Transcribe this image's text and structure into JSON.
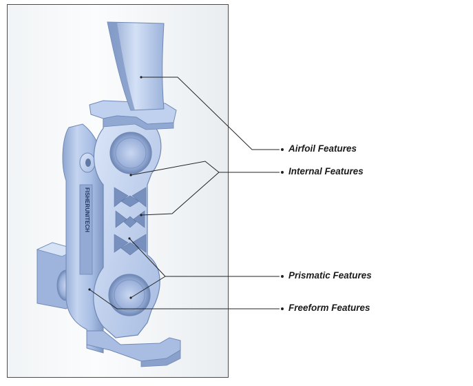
{
  "diagram": {
    "part_marking": "FISHERUNITECH",
    "labels": [
      {
        "id": "airfoil",
        "text": "Airfoil Features"
      },
      {
        "id": "internal",
        "text": "Internal Features"
      },
      {
        "id": "prismatic",
        "text": "Prismatic Features"
      },
      {
        "id": "freeform",
        "text": "Freeform Features"
      }
    ],
    "colors": {
      "part_body": "#b6c9ea",
      "part_shadow": "#7f98c4",
      "part_highlight": "#e2ecfb",
      "leader_line": "#222222"
    }
  }
}
